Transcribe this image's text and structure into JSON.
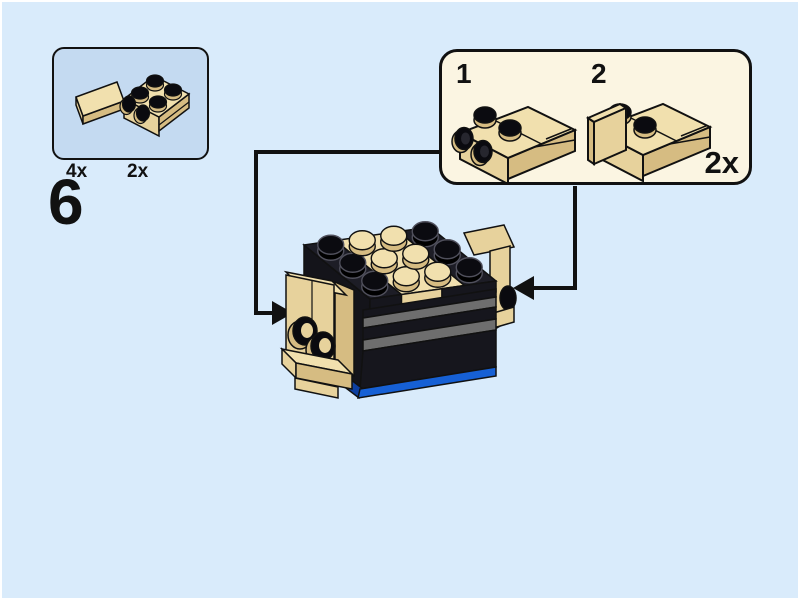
{
  "page": {
    "title": "LEGO building instruction step page",
    "step_number": "6",
    "background_color": "#d9ebfb"
  },
  "parts_box": {
    "items": [
      {
        "piece": "tan 1x2 tile",
        "quantity": "4x"
      },
      {
        "piece": "tan bracket plate with side studs",
        "quantity": "2x"
      }
    ]
  },
  "callout": {
    "substeps": [
      {
        "label": "1",
        "piece": "tan bracket plate with hollow side studs"
      },
      {
        "label": "2",
        "piece": "tan bracket plate with 1x2 tile attached on side"
      }
    ],
    "multiplier": "2x"
  },
  "model": {
    "name": "brickheadz-head-core-assembly",
    "colors": {
      "tan": "#f1e0ae",
      "black_plastic": "#16161d",
      "gray_stripe": "#6e6e6e",
      "blue_base": "#1660d5"
    }
  },
  "icons": {
    "left_connector": "arrowhead-right-icon",
    "right_connector": "arrowhead-left-icon"
  }
}
